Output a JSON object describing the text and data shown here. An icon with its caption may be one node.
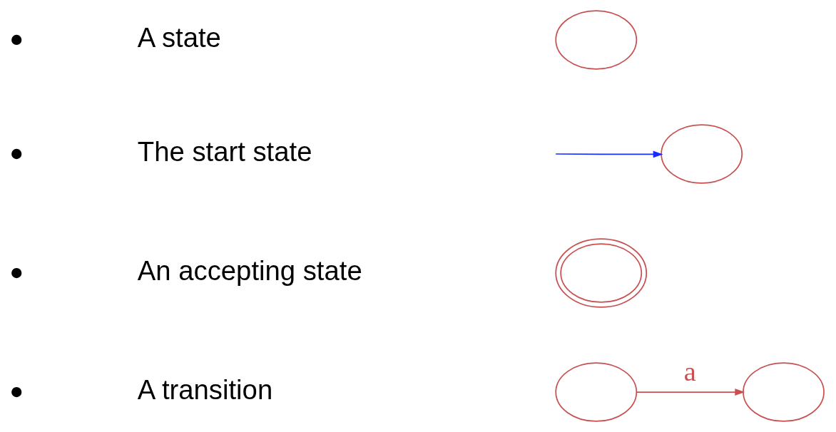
{
  "diagram": {
    "nodes": [
      {
        "text": [],
        "shape": "ellipse"
      },
      {
        "text": [],
        "shape": "ellipse"
      },
      {
        "text": [],
        "shape": "double-ellipse"
      },
      {
        "text": [],
        "shape": "ellipse"
      },
      {
        "text": [],
        "shape": "ellipse"
      }
    ],
    "edges": [
      {
        "from": null,
        "to": 1,
        "arrow": "to",
        "color": "#1a2bff"
      },
      {
        "from": 3,
        "to": 4,
        "arrow": "to",
        "label": "a",
        "color": "#c85050"
      }
    ],
    "labels": [
      "A state",
      "The start state",
      "An accepting state",
      "A transition"
    ]
  }
}
